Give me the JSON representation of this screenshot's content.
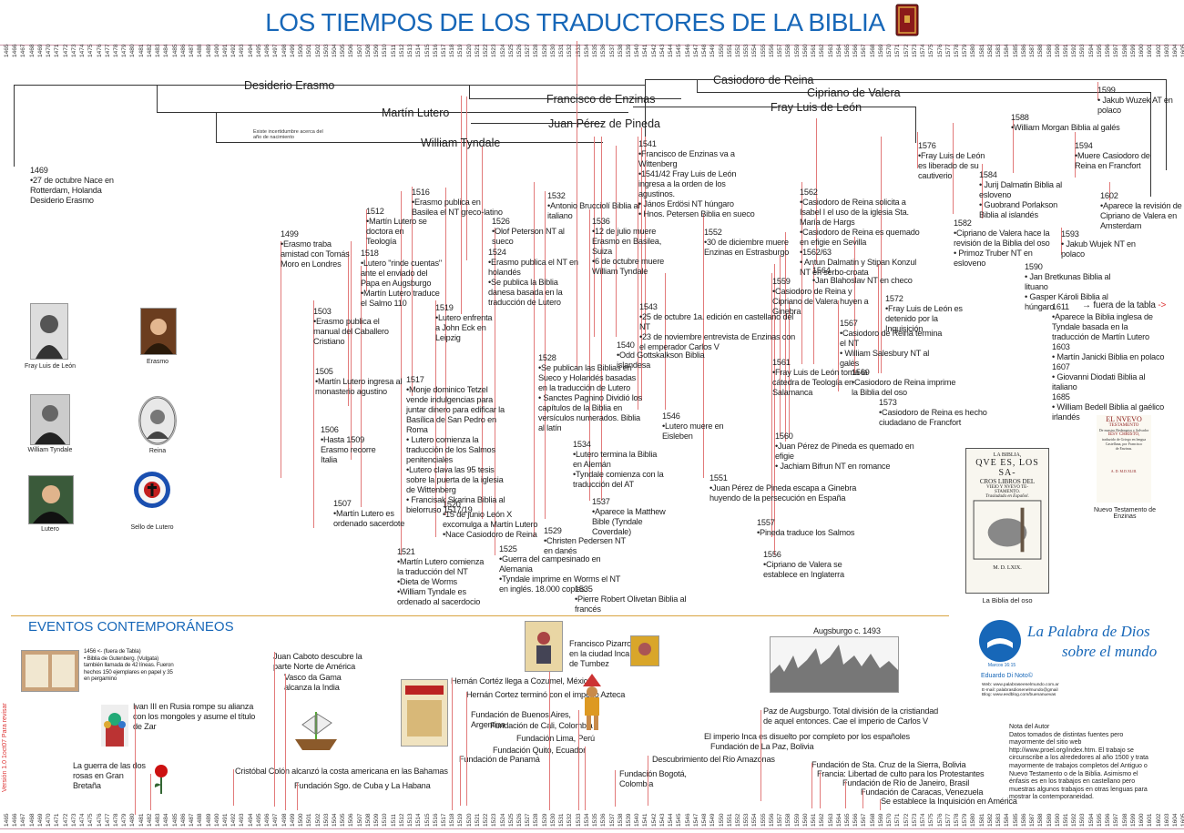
{
  "title": "LOS TIEMPOS DE LOS TRADUCTORES DE LA BIBLIA",
  "years": {
    "start": 1465,
    "end": 1605
  },
  "people": [
    {
      "name": "Desiderio Erasmo",
      "id": "erasmo"
    },
    {
      "name": "Martín Lutero",
      "id": "lutero"
    },
    {
      "name": "William Tyndale",
      "id": "tyndale"
    },
    {
      "name": "Francisco de Enzinas",
      "id": "enzinas"
    },
    {
      "name": "Juan Pérez de Pineda",
      "id": "pineda"
    },
    {
      "name": "Casiodoro de Reina",
      "id": "reina"
    },
    {
      "name": "Cipriano de Valera",
      "id": "valera"
    },
    {
      "name": "Fray Luis de León",
      "id": "leon"
    }
  ],
  "birth_note": "Existe incertidumbre acerca del año de nacimiento",
  "events": [
    {
      "id": "e1469",
      "year": "1469",
      "lines": [
        "•27 de octubre Nace en Rotterdam, Holanda Desiderio Erasmo"
      ]
    },
    {
      "id": "e1499",
      "year": "1499",
      "lines": [
        "•Erasmo traba amistad con Tomás Moro en Londres"
      ]
    },
    {
      "id": "e1503",
      "year": "1503",
      "lines": [
        "•Erasmo publica el manual del Caballero Cristiano"
      ]
    },
    {
      "id": "e1505",
      "year": "1505",
      "lines": [
        "•Martín Lutero ingresa al monasterio agustino"
      ]
    },
    {
      "id": "e1506",
      "year": "1506",
      "lines": [
        "•Hasta 1509 Erasmo recorre Italia"
      ]
    },
    {
      "id": "e1507",
      "year": "1507",
      "lines": [
        "•Martín Lutero es ordenado sacerdote"
      ]
    },
    {
      "id": "e1512",
      "year": "1512",
      "lines": [
        "•Martín Lutero se doctora en Teología"
      ]
    },
    {
      "id": "e1516",
      "year": "1516",
      "lines": [
        "•Erasmo publica en Basilea el NT greco-latino"
      ]
    },
    {
      "id": "e1518",
      "year": "1518",
      "lines": [
        "•Lutero \"rinde cuentas\" ante el enviado del Papa en Augsburgo",
        "•Martín Lutero traduce el Salmo 110"
      ]
    },
    {
      "id": "e1519",
      "year": "1519",
      "lines": [
        "•Lutero enfrenta a John Eck en Leipzig"
      ]
    },
    {
      "id": "e1517",
      "year": "1517",
      "lines": [
        "•Monje dominico Tetzel vende indulgencias para juntar dinero para edificar la Basílica de San Pedro en Roma",
        "• Lutero comienza la traducción de los Salmos penitenciales",
        "•Lutero clava las 95 tesis sobre la puerta de la iglesia de Wittenberg",
        "• Francisak Skarina Biblia al bielorruso 1517/19"
      ]
    },
    {
      "id": "e1520",
      "year": "1520",
      "lines": [
        "•15 de junio León X excomulga a Martín Lutero",
        "•Nace Casiodoro de Reina"
      ]
    },
    {
      "id": "e1521",
      "year": "1521",
      "lines": [
        "•Martín Lutero comienza la traducción del NT",
        "•Dieta de Worms",
        "•William Tyndale es ordenado al sacerdocio"
      ]
    },
    {
      "id": "e1524",
      "year": "1524",
      "lines": [
        "•Erasmo publica el NT en holandés",
        "•Se publica la Biblia danesa basada en la traducción de Lutero"
      ]
    },
    {
      "id": "e1525",
      "year": "1525",
      "lines": [
        "•Guerra del campesinado en Alemania",
        "•Tyndale imprime en Worms el NT en inglés. 18.000 copias."
      ]
    },
    {
      "id": "e1526",
      "year": "1526",
      "lines": [
        "•Olof Peterson NT al sueco"
      ]
    },
    {
      "id": "e1528",
      "year": "1528",
      "lines": [
        "•Se publican las Biblias en Sueco y Holandés basadas en la traducción de Lutero",
        "• Sanctes Pagnino Dividió los capítulos de la Biblia en versículos numerados. Biblia al latín"
      ]
    },
    {
      "id": "e1529",
      "year": "1529",
      "lines": [
        "•Christen Pedersen NT en danés"
      ]
    },
    {
      "id": "e1532",
      "year": "1532",
      "lines": [
        "•Antonio Brucciolí Biblia al italiano"
      ]
    },
    {
      "id": "e1534",
      "year": "1534",
      "lines": [
        "•Lutero termina la Biblia en Alemán",
        "•Tyndale comienza con la traducción del AT"
      ]
    },
    {
      "id": "e1535",
      "year": "1535",
      "lines": [
        "•Pierre Robert Olivetan Biblia al francés"
      ]
    },
    {
      "id": "e1536",
      "year": "1536",
      "lines": [
        "•12 de julio muere Erasmo en Basilea, Suiza",
        "•6 de octubre muere William Tyndale"
      ]
    },
    {
      "id": "e1537",
      "year": "1537",
      "lines": [
        "•Aparece la Matthew Bible (Tyndale Coverdale)"
      ]
    },
    {
      "id": "e1540",
      "year": "1540",
      "lines": [
        "•Odd Gottskalkson Biblia islandesa"
      ]
    },
    {
      "id": "e1541",
      "year": "1541",
      "lines": [
        "•Francisco de Enzinas va a Wittenberg",
        "•1541/42 Fray Luis de León ingresa a la orden de los agustinos.",
        "• János Erdösi NT húngaro",
        "• Hnos. Petersen Biblia en sueco"
      ]
    },
    {
      "id": "e1543",
      "year": "1543",
      "lines": [
        "•25 de octubre 1a. edición en castellano del NT",
        "•23 de noviembre entrevista de Enzinas con el emperador Carlos V"
      ]
    },
    {
      "id": "e1546",
      "year": "1546",
      "lines": [
        "•Lutero muere en Eisleben"
      ]
    },
    {
      "id": "e1551",
      "year": "1551",
      "lines": [
        "•Juan Pérez de Pineda escapa a Ginebra huyendo de la persecución en España"
      ]
    },
    {
      "id": "e1552",
      "year": "1552",
      "lines": [
        "•30 de diciembre muere Enzinas en Estrasburgo"
      ]
    },
    {
      "id": "e1556",
      "year": "1556",
      "lines": [
        "•Cipriano de Valera se establece en Inglaterra"
      ]
    },
    {
      "id": "e1557",
      "year": "1557",
      "lines": [
        "•Pineda traduce los Salmos"
      ]
    },
    {
      "id": "e1559",
      "year": "1559",
      "lines": [
        "•Casiodoro de Reina y Cipriano de Valera huyen a Ginebra"
      ]
    },
    {
      "id": "e1560",
      "year": "1560",
      "lines": [
        "•Juan Pérez de Pineda es quemado en efigie",
        "• Jachiam Bifrun NT en romance"
      ]
    },
    {
      "id": "e1561",
      "year": "1561",
      "lines": [
        "•Fray Luis de León toma la cátedra de Teología en Salamanca"
      ]
    },
    {
      "id": "e1562",
      "year": "1562",
      "lines": [
        "•Casiodoro de Reina solicita a Isabel I el uso de la iglesia Sta. María de Hargs",
        "•Casiodoro de Reina es quemado en efigie en Sevilla",
        "•1562/63",
        "• Antun Dalmatin y Stipan Konzul NT en serbo-croata"
      ]
    },
    {
      "id": "e1564",
      "year": "1564",
      "lines": [
        "•Jan Blahoslav NT en checo"
      ]
    },
    {
      "id": "e1567",
      "year": "1567",
      "lines": [
        "•Casiodoro de Reina termina el NT",
        "• William Salesbury NT al galés"
      ]
    },
    {
      "id": "e1569",
      "year": "1569",
      "lines": [
        "•Casiodoro de Reina imprime la Biblia del oso"
      ]
    },
    {
      "id": "e1572",
      "year": "1572",
      "lines": [
        "•Fray Luis de León es detenido por la Inquisición"
      ]
    },
    {
      "id": "e1573",
      "year": "1573",
      "lines": [
        "•Casiodoro de Reina es hecho ciudadano de Francfort"
      ]
    },
    {
      "id": "e1576",
      "year": "1576",
      "lines": [
        "•Fray Luis de León es liberado de su cautiverio"
      ]
    },
    {
      "id": "e1582",
      "year": "1582",
      "lines": [
        "•Cipriano de Valera hace la revisión de la Biblia del oso",
        "• Primoz Truber NT en esloveno"
      ]
    },
    {
      "id": "e1584",
      "year": "1584",
      "lines": [
        "• Jurij Dalmatin Biblia al esloveno",
        "• Guobrand Porlakson Biblia al islandés"
      ]
    },
    {
      "id": "e1588",
      "year": "1588",
      "lines": [
        "•William Morgan Biblia al galés"
      ]
    },
    {
      "id": "e1590",
      "year": "1590",
      "lines": [
        "• Jan Bretkunas Biblia al lituano",
        "• Gasper Károli Biblia al húngaro"
      ]
    },
    {
      "id": "e1593",
      "year": "1593",
      "lines": [
        "• Jakub Wujek NT en polaco"
      ]
    },
    {
      "id": "e1594",
      "year": "1594",
      "lines": [
        "•Muere Casiodoro de Reina en Francfort"
      ]
    },
    {
      "id": "e1599",
      "year": "1599",
      "lines": [
        "• Jakub Wuzek AT en polaco"
      ]
    },
    {
      "id": "e1602",
      "year": "1602",
      "lines": [
        "•Aparece la revisión de Cipriano de Valera en Amsterdam"
      ]
    },
    {
      "id": "e1611",
      "year": "1611",
      "lines": [
        "•Aparece la Biblia inglesa de Tyndale basada en la traducción de Martín Lutero",
        "1603",
        "• Martín Janicki Biblia en polaco",
        "1607",
        "• Giovanni Diodati Biblia al italiano",
        "1685",
        "• William Bedell Biblia al gaélico irlandés"
      ]
    }
  ],
  "fuera_tabla": "fuera de la tabla",
  "portraits": [
    {
      "id": "p-leon",
      "caption": "Fray Luis de León"
    },
    {
      "id": "p-erasmo",
      "caption": "Erasmo"
    },
    {
      "id": "p-tyndale",
      "caption": "William Tyndale"
    },
    {
      "id": "p-reina",
      "caption": "Reina"
    },
    {
      "id": "p-lutero",
      "caption": "Lutero"
    },
    {
      "id": "p-sello",
      "caption": "Sello de Lutero"
    }
  ],
  "book_captions": {
    "oso": "La Biblia del oso",
    "enzinas": "Nuevo Testamento de Enzinas"
  },
  "oso_text": [
    "LA BIBLIA,",
    "QVE ES, LOS SA-",
    "CROS LIBROS DEL",
    "VIEIO Y NVEVO TE-",
    "STAMENTO.",
    "Trasladada en Español.",
    "M. D. LXIX."
  ],
  "enzinas_text": [
    "EL NVEVO",
    "TESTAMENTO",
    "De nuestro Redemptor y Salvador",
    "IESV CHRISTO,",
    "traduzido de Griego en lengua",
    "Castellana, por Francisco",
    "de Enzinas.",
    "A. D. M.D.XLIII."
  ],
  "contemp_title": "EVENTOS CONTEMPORÁNEOS",
  "contemp": [
    {
      "id": "c1456",
      "lines": [
        "1456 <- (fuera de Tabla)",
        "• Biblia de Gutenberg. (Vulgata) también llamada de 42 líneas. Fueron hechos 150 ejemplares en papel y 35 en pergamino"
      ]
    },
    {
      "id": "c1480",
      "lines": [
        "Ivan III en Rusia rompe su alianza con los mongoles y asume el título de Zar"
      ]
    },
    {
      "id": "c1485",
      "lines": [
        "La guerra de las dos rosas en Gran Bretaña"
      ]
    },
    {
      "id": "c1492",
      "lines": [
        "Cristóbal Colón alcanzó la costa americana en las Bahamas"
      ]
    },
    {
      "id": "c1497",
      "lines": [
        "Juan Caboto descubre la parte Norte de América"
      ]
    },
    {
      "id": "c1498",
      "lines": [
        "Vasco da Gama alcanza la India"
      ]
    },
    {
      "id": "c1514",
      "lines": [
        "Fundación Sgo. de Cuba y La Habana"
      ]
    },
    {
      "id": "c1519",
      "lines": [
        "Hernán Cortéz llega a Cozumel, México"
      ]
    },
    {
      "id": "c1521",
      "lines": [
        "Hernán Cortez terminó con el imperio Azteca"
      ]
    },
    {
      "id": "c1519b",
      "lines": [
        "Fundación de Panamá"
      ]
    },
    {
      "id": "c1532",
      "lines": [
        "Francisco Pizarro en la ciudad Inca de Tumbez"
      ]
    },
    {
      "id": "c1536",
      "lines": [
        "Fundación de Buenos Aires, Argentina"
      ]
    },
    {
      "id": "c1536b",
      "lines": [
        "Fundación de Cali, Colombia"
      ]
    },
    {
      "id": "c1535",
      "lines": [
        "Fundación Lima, Perú"
      ]
    },
    {
      "id": "c1534",
      "lines": [
        "Fundación Quito, Ecuador"
      ]
    },
    {
      "id": "c1538",
      "lines": [
        "Fundación Bogotá, Colombia"
      ]
    },
    {
      "id": "c1542",
      "lines": [
        "Descubrimiento del Río Amazonas"
      ]
    },
    {
      "id": "c1548",
      "lines": [
        "Fundación de La Paz, Bolivia"
      ]
    },
    {
      "id": "c1548b",
      "lines": [
        "El imperio Inca es disuelto por completo por los españoles"
      ]
    },
    {
      "id": "c1555",
      "lines": [
        "Paz de Augsburgo. Total división de la cristiandad de aquel entonces. Cae el imperio de Carlos V"
      ]
    },
    {
      "id": "c1559",
      "lines": [
        "Fundación de Sta. Cruz de la Sierra, Bolivia"
      ]
    },
    {
      "id": "c1562",
      "lines": [
        "Francia: Libertad de culto para los Protestantes"
      ]
    },
    {
      "id": "c1565",
      "lines": [
        "Fundación de Río de Janeiro, Brasil"
      ]
    },
    {
      "id": "c1567",
      "lines": [
        "Fundación de Caracas, Venezuela"
      ]
    },
    {
      "id": "c1570",
      "lines": [
        "Se establece la Inquisición en América"
      ]
    }
  ],
  "augsburgo": "Augsburgo c. 1493",
  "logo": {
    "line1": "La Palabra de Dios",
    "line2": "sobre el mundo",
    "verse": "Marcos 16:15",
    "author": "Eduardo Di Noto©"
  },
  "contacts": [
    "Web: www.palabraseenelmundo.com.ar",
    "E-mail: palabrasdiosenelmundo@gmail",
    "Blog: www.eedblog.com/buenanuevas"
  ],
  "author_note": [
    "Nota del Autor",
    "Datos tomados de distintas fuentes pero mayormente del sitio web http://www.proel.org/index.htm. El trabajo se circunscribe a los alrededores al año 1500 y trata mayormente de trabajos completos del Antiguo o Nuevo Testamento o de la Biblia. Asimismo el énfasis es en los trabajos en castellano pero muestras algunos trabajos en otras lenguas para mostrar la contemporaneidad."
  ],
  "version": "Versión 1.0 1oct07 Para revisar",
  "colors": {
    "title": "#1767b8",
    "lines": "#e27a7a",
    "bullets": "#6c8ec5"
  }
}
